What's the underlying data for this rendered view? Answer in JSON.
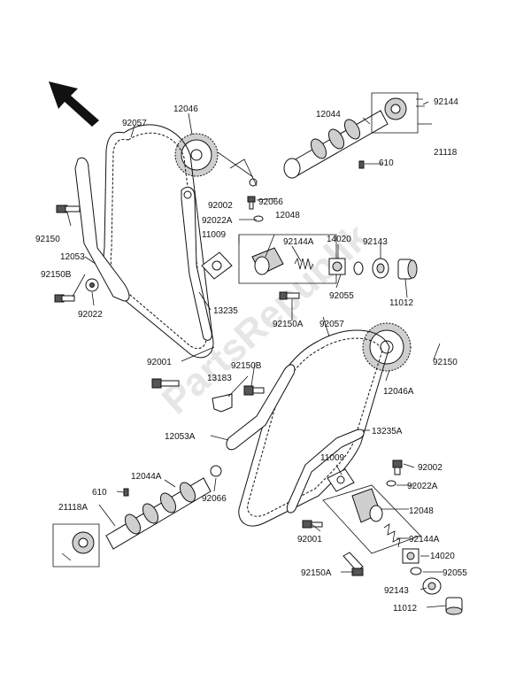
{
  "watermark": "PartsRepublik",
  "labels": {
    "l92057a": "92057",
    "l12046": "12046",
    "l12044": "12044",
    "l92144": "92144",
    "l21118": "21118",
    "l610": "610",
    "l92002": "92002",
    "l92066": "92066",
    "l92022A": "92022A",
    "l12048": "12048",
    "l11009": "11009",
    "l92144A": "92144A",
    "l14020": "14020",
    "l92143": "92143",
    "l92150": "92150",
    "l12053": "12053",
    "l92150B": "92150B",
    "l92022": "92022",
    "l92055": "92055",
    "l11012": "11012",
    "l13235": "13235",
    "l92150A": "92150A",
    "l92057b": "92057",
    "l92001": "92001",
    "l92150B2": "92150B",
    "l92150b": "92150",
    "l13183": "13183",
    "l12046A": "12046A",
    "l12053A": "12053A",
    "l13235A": "13235A",
    "l11009b": "11009",
    "l92002b": "92002",
    "l12044A": "12044A",
    "l610b": "610",
    "l92022Ab": "92022A",
    "l21118A": "21118A",
    "l92066b": "92066",
    "l12048b": "12048",
    "l92001b": "92001",
    "l92144Ab": "92144A",
    "l14020b": "14020",
    "l92150Ab": "92150A",
    "l92055b": "92055",
    "l92143b": "92143",
    "l11012b": "11012"
  }
}
